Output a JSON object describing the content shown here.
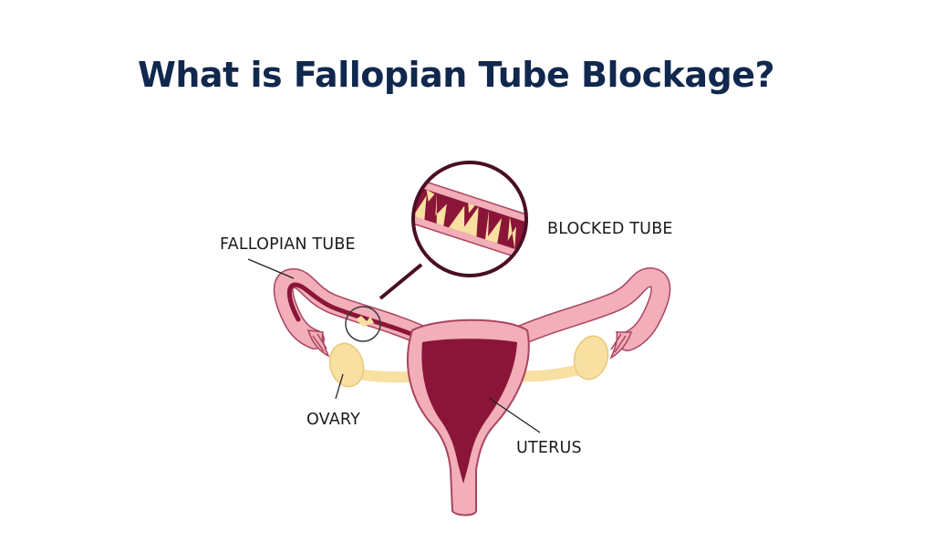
{
  "title": "What is Fallopian Tube Blockage?",
  "labels": {
    "fallopian_tube": "FALLOPIAN TUBE",
    "blocked_tube": "BLOCKED TUBE",
    "ovary": "OVARY",
    "uterus": "UTERUS"
  },
  "colors": {
    "title": "#10284e",
    "tissue_pink": "#f2aeb9",
    "tissue_outline": "#a9455f",
    "uterine_cavity": "#8a1538",
    "ovary_yellow": "#f7e0a2",
    "magnifier_ring": "#4a0f24"
  }
}
